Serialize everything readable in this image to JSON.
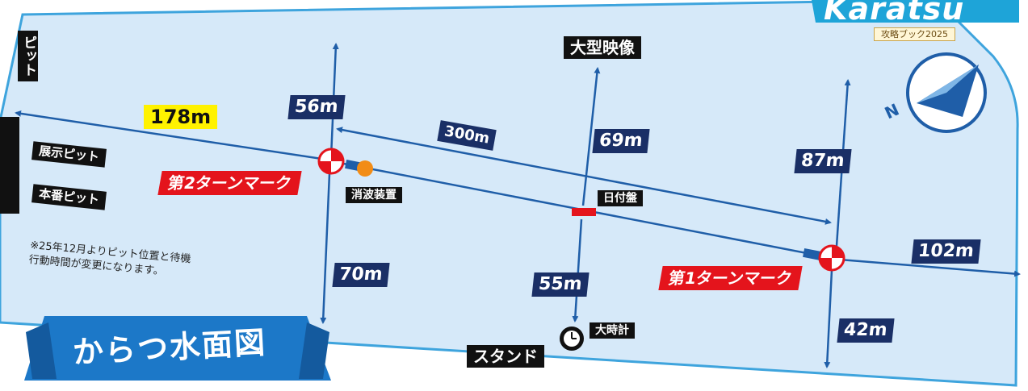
{
  "title": "からつ水面図",
  "brand": {
    "name": "Karatsu",
    "subtitle": "攻略ブック2025"
  },
  "facilities": {
    "pit": "ピット",
    "tenji_pit": "展示ピット",
    "honban_pit": "本番ピット",
    "big_screen": "大型映像",
    "stand": "スタンド",
    "big_clock": "大時計",
    "wave_device": "消波装置",
    "hizuke_ban": "日付盤"
  },
  "turn_marks": {
    "second": "第2ターンマーク",
    "first": "第1ターンマーク"
  },
  "distances": {
    "to_pit": "178m",
    "mark2_to_top": "56m",
    "between_marks": "300m",
    "center_to_screen": "69m",
    "mark1_to_top": "87m",
    "mark1_to_right": "102m",
    "mark2_to_bottom": "70m",
    "center_to_stand": "55m",
    "mark1_to_bottom": "42m"
  },
  "note": "※25年12月よりピット位置と待機\n行動時間が変更になります。",
  "compass": {
    "north": "N"
  },
  "colors": {
    "water": "#d6e9f9",
    "water_edge": "#3ea4dd",
    "line": "#1f5ea8",
    "label_dark": "#1a2f66",
    "mark_red": "#e4141c",
    "highlight": "#fff200",
    "banner_blue": "#1c78c8"
  }
}
